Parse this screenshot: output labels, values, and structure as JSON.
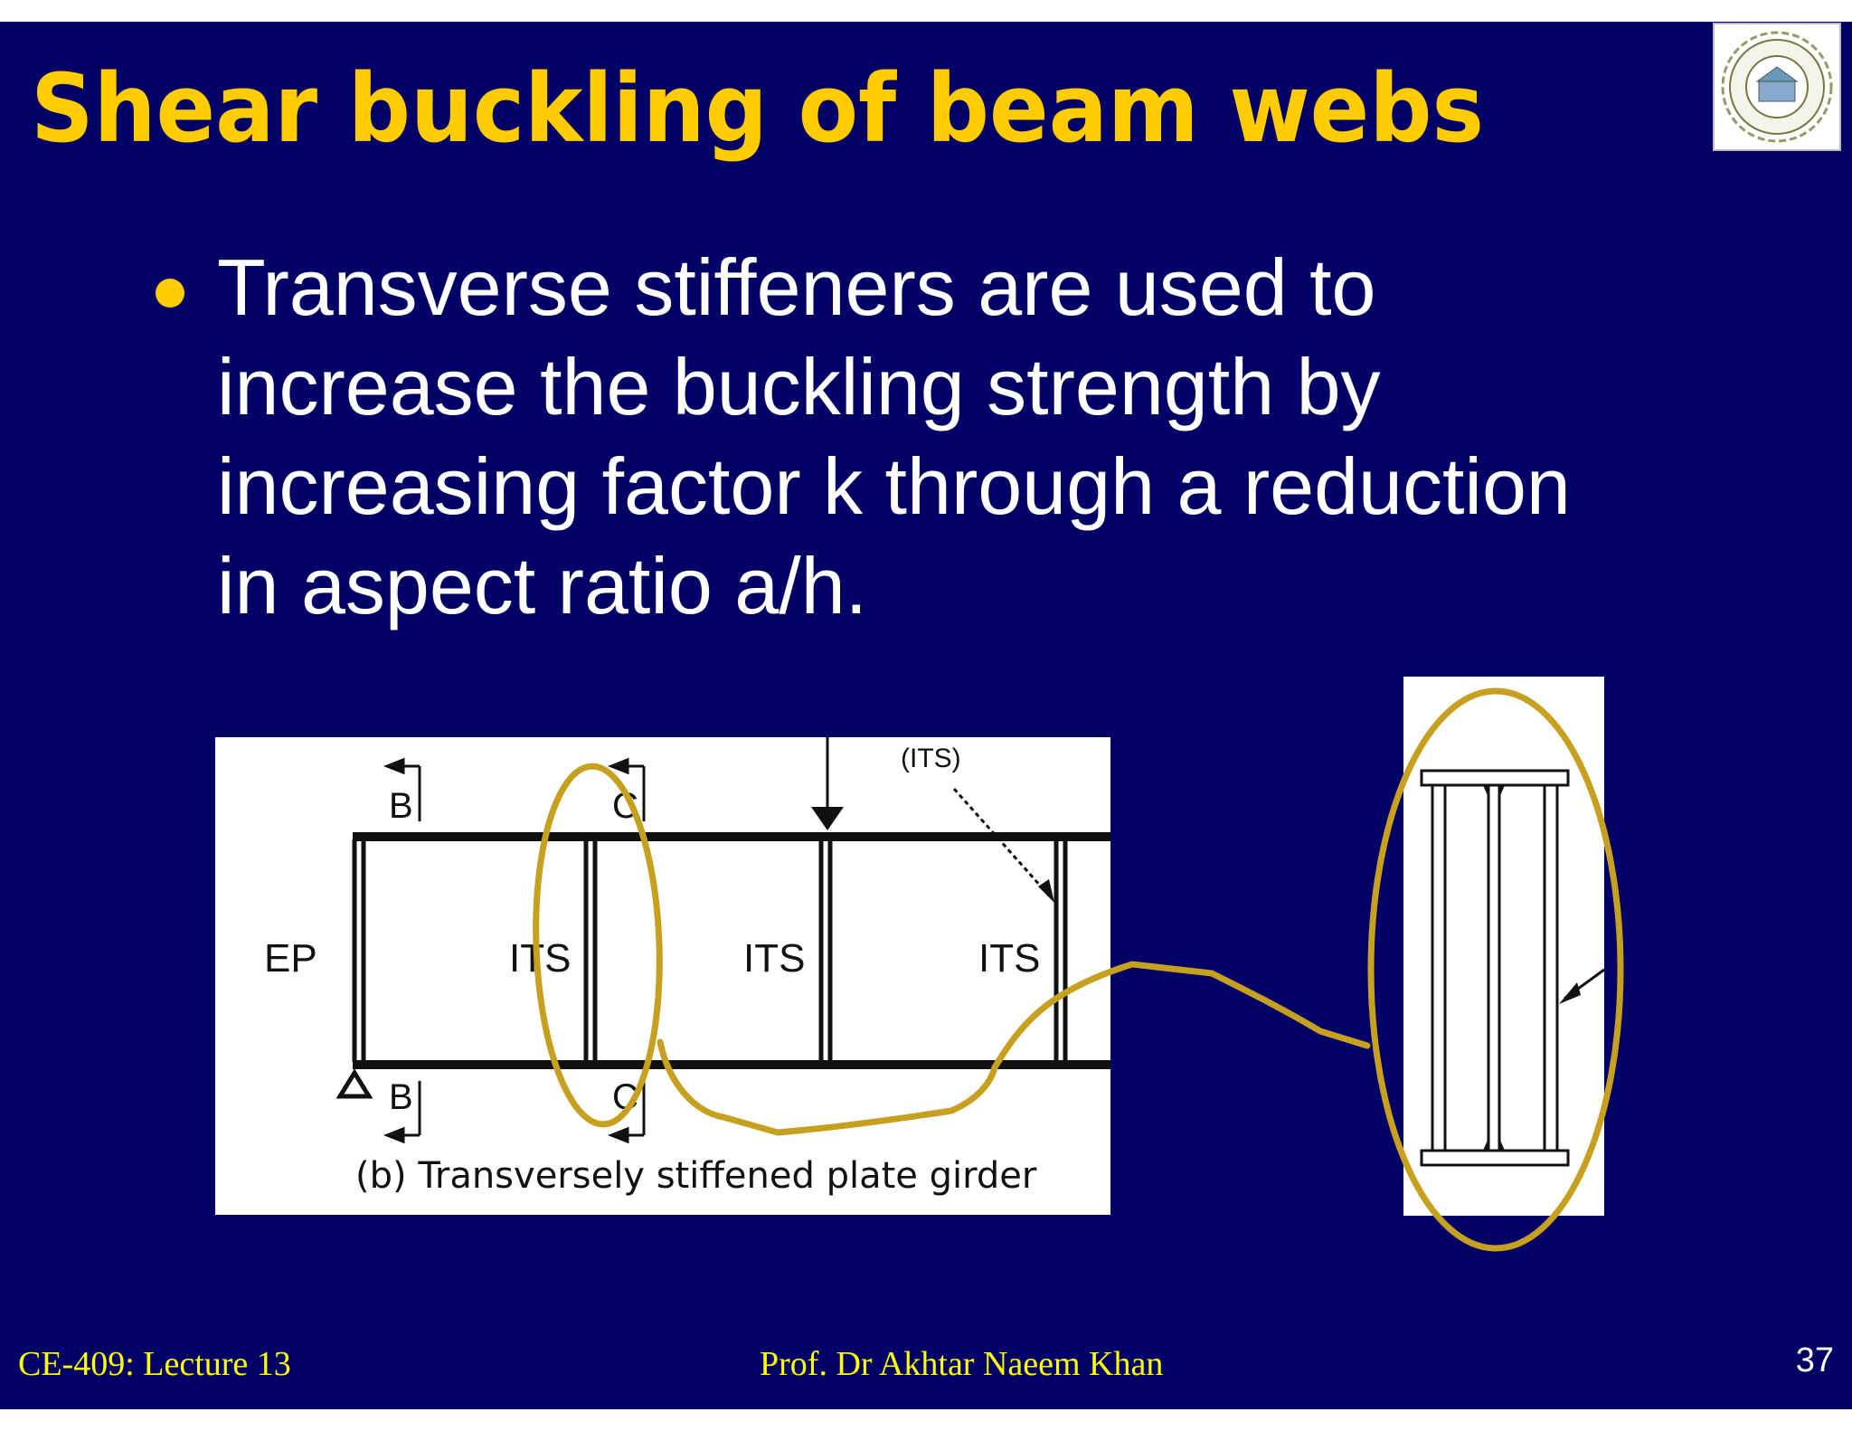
{
  "slide": {
    "title": "Shear buckling of beam webs",
    "bullet_lines": [
      "Transverse stiffeners are used to",
      "increase the buckling strength by",
      "increasing factor k through a reduction",
      "in aspect ratio a/h."
    ]
  },
  "figure": {
    "section_labels": {
      "b_top": "B",
      "b_bottom": "B",
      "c_top": "C",
      "c_bottom": "C"
    },
    "its_callout": "(ITS)",
    "ep_label": "EP",
    "its_labels": [
      "ITS",
      "ITS",
      "ITS"
    ],
    "caption": "(b) Transversely stiffened plate girder"
  },
  "footer": {
    "left": "CE-409: Lecture 13",
    "center": "Prof. Dr Akhtar Naeem Khan",
    "page_number": "37"
  },
  "colors": {
    "background": "#000066",
    "title": "#FFCC00",
    "footer_text": "#FFFF00",
    "annotation": "#C8A020"
  }
}
